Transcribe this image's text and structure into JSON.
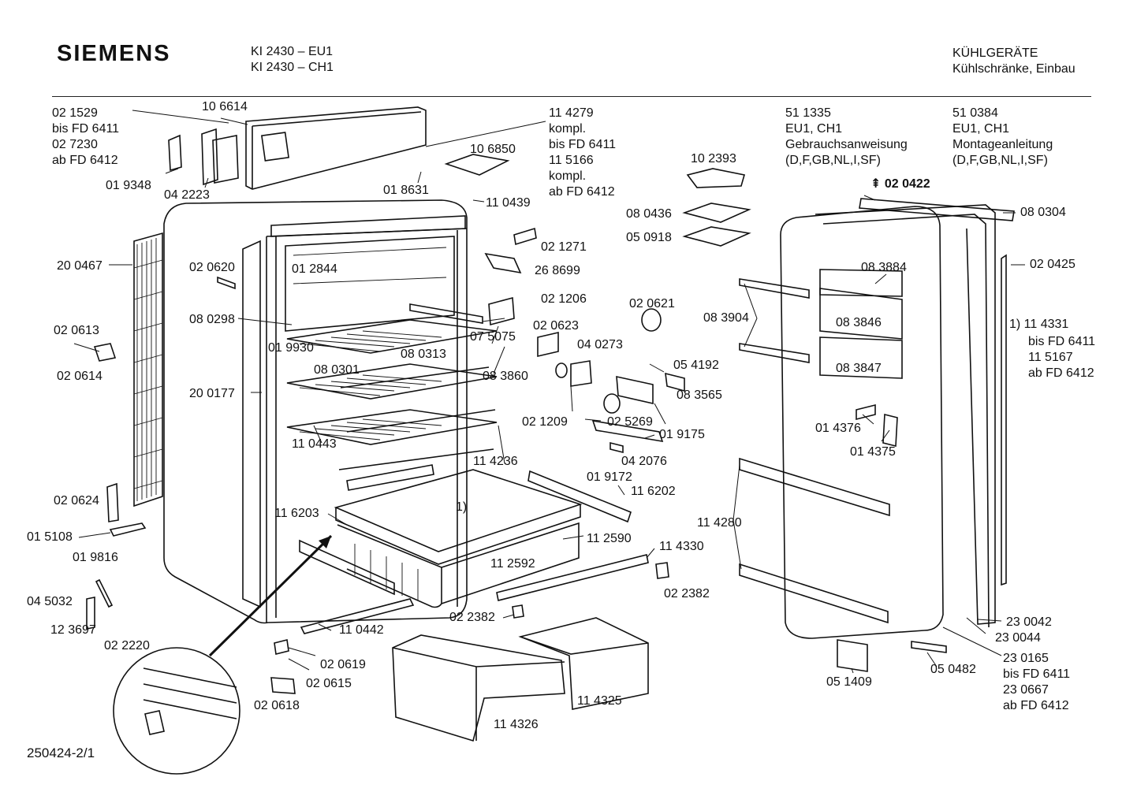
{
  "header": {
    "brand": "SIEMENS",
    "models": [
      "KI 2430 – EU1",
      "KI 2430 – CH1"
    ],
    "category": "KÜHLGERÄTE",
    "subcategory": "Kühlschränke, Einbau"
  },
  "footer": {
    "docref": "250424-2/1"
  },
  "callouts": {
    "c021529": [
      "02 1529",
      "bis FD 6411",
      "02 7230",
      "ab FD 6412"
    ],
    "c106614": "10 6614",
    "c019348": "01 9348",
    "c042223": "04 2223",
    "c114279": [
      "11 4279",
      "kompl.",
      "bis FD 6411",
      "11 5166",
      "kompl.",
      "ab FD 6412"
    ],
    "c106850": "10 6850",
    "c018631": "01 8631",
    "c110439": "11 0439",
    "c102393": "10 2393",
    "c511335": [
      "51 1335",
      "EU1, CH1",
      "Gebrauchsanweisung",
      "(D,F,GB,NL,I,SF)"
    ],
    "c510384": [
      "51 0384",
      "EU1, CH1",
      "Montageanleitung",
      "(D,F,GB,NL,I,SF)"
    ],
    "c020422": "⇞ 02 0422",
    "c080436": "08 0436",
    "c050918": "05 0918",
    "c080304": "08 0304",
    "c020425": "02 0425",
    "c200467": "20 0467",
    "c020620": "02 0620",
    "c012844": "01 2844",
    "c021271": "02 1271",
    "c268699": "26 8699",
    "c083884": "08 3884",
    "c020613": "02 0613",
    "c080298": "08 0298",
    "c021206": "02 1206",
    "c020621": "02 0621",
    "c083904": "08 3904",
    "c083846": "08 3846",
    "c114331": [
      "1)  11 4331",
      "bis FD 6411",
      "11 5167",
      "ab FD 6412"
    ],
    "c019930": "01 9930",
    "c075075": "07 5075",
    "c020623": "02 0623",
    "c080313": "08 0313",
    "c040273": "04 0273",
    "c020614": "02 0614",
    "c080301": "08 0301",
    "c083860": "08 3860",
    "c054192": "05 4192",
    "c083847": "08 3847",
    "c200177": "20 0177",
    "c083565": "08 3565",
    "c021209": "02 1209",
    "c025269": "02 5269",
    "c019175": "01 9175",
    "c014376": "01 4376",
    "c110443": "11 0443",
    "c014375": "01 4375",
    "c114236": "11 4236",
    "c042076": "04 2076",
    "c019172": "01 9172",
    "c020624": "02 0624",
    "c116202": "11 6202",
    "c116203": "11 6203",
    "c_note1": "1)",
    "c114280": "11 4280",
    "c015108": "01 5108",
    "c112590": "11 2590",
    "c114330": "11 4330",
    "c019816": "01 9816",
    "c112592": "11 2592",
    "c022382a": "02 2382",
    "c045032": "04 5032",
    "c022382b": "02 2382",
    "c230042": "23 0042",
    "c123697": "12 3697",
    "c230044": "23 0044",
    "c110442": "11 0442",
    "c022220": "02 2220",
    "c020619": "02 0619",
    "c230165": [
      "23 0165",
      "bis FD 6411",
      "23 0667",
      "ab FD 6412"
    ],
    "c020615": "02 0615",
    "c051409": "05 1409",
    "c050482": "05 0482",
    "c020618": "02 0618",
    "c114325": "11 4325",
    "c114326": "11 4326"
  }
}
